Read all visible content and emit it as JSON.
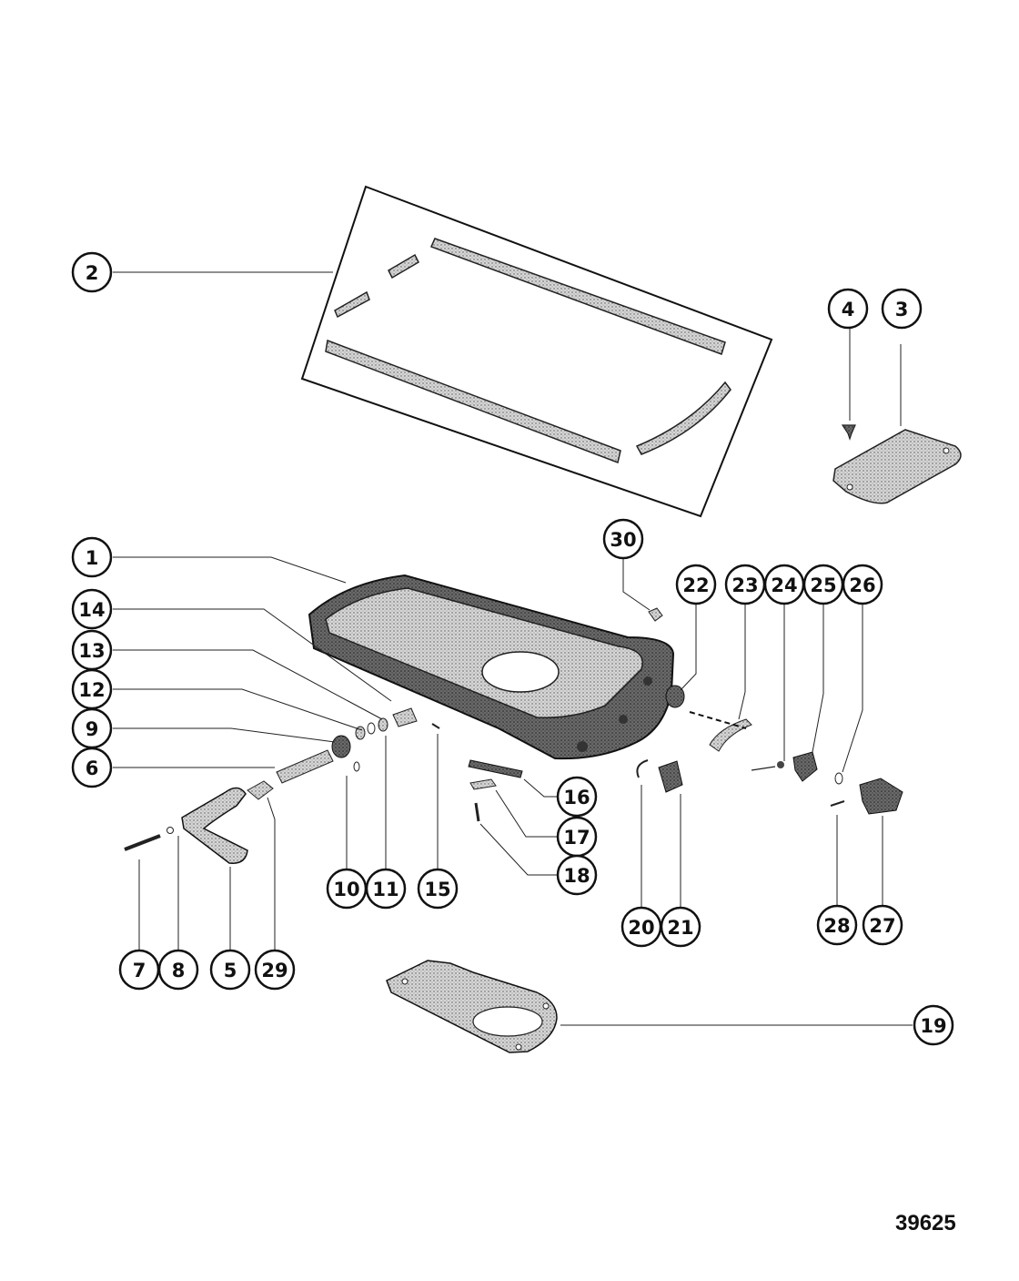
{
  "drawing_number": "39625",
  "colors": {
    "ink": "#111111",
    "part_fill": "#c8c8c8",
    "dark_fill": "#5a5a5a"
  },
  "callouts": [
    {
      "id": "c1",
      "label": "1"
    },
    {
      "id": "c2",
      "label": "2"
    },
    {
      "id": "c3",
      "label": "3"
    },
    {
      "id": "c4",
      "label": "4"
    },
    {
      "id": "c5",
      "label": "5"
    },
    {
      "id": "c6",
      "label": "6"
    },
    {
      "id": "c7",
      "label": "7"
    },
    {
      "id": "c8",
      "label": "8"
    },
    {
      "id": "c9",
      "label": "9"
    },
    {
      "id": "c10",
      "label": "10"
    },
    {
      "id": "c11",
      "label": "11"
    },
    {
      "id": "c12",
      "label": "12"
    },
    {
      "id": "c13",
      "label": "13"
    },
    {
      "id": "c14",
      "label": "14"
    },
    {
      "id": "c15",
      "label": "15"
    },
    {
      "id": "c16",
      "label": "16"
    },
    {
      "id": "c17",
      "label": "17"
    },
    {
      "id": "c18",
      "label": "18"
    },
    {
      "id": "c19",
      "label": "19"
    },
    {
      "id": "c20",
      "label": "20"
    },
    {
      "id": "c21",
      "label": "21"
    },
    {
      "id": "c22",
      "label": "22"
    },
    {
      "id": "c23",
      "label": "23"
    },
    {
      "id": "c24",
      "label": "24"
    },
    {
      "id": "c25",
      "label": "25"
    },
    {
      "id": "c26",
      "label": "26"
    },
    {
      "id": "c27",
      "label": "27"
    },
    {
      "id": "c28",
      "label": "28"
    },
    {
      "id": "c29",
      "label": "29"
    },
    {
      "id": "c30",
      "label": "30"
    }
  ]
}
